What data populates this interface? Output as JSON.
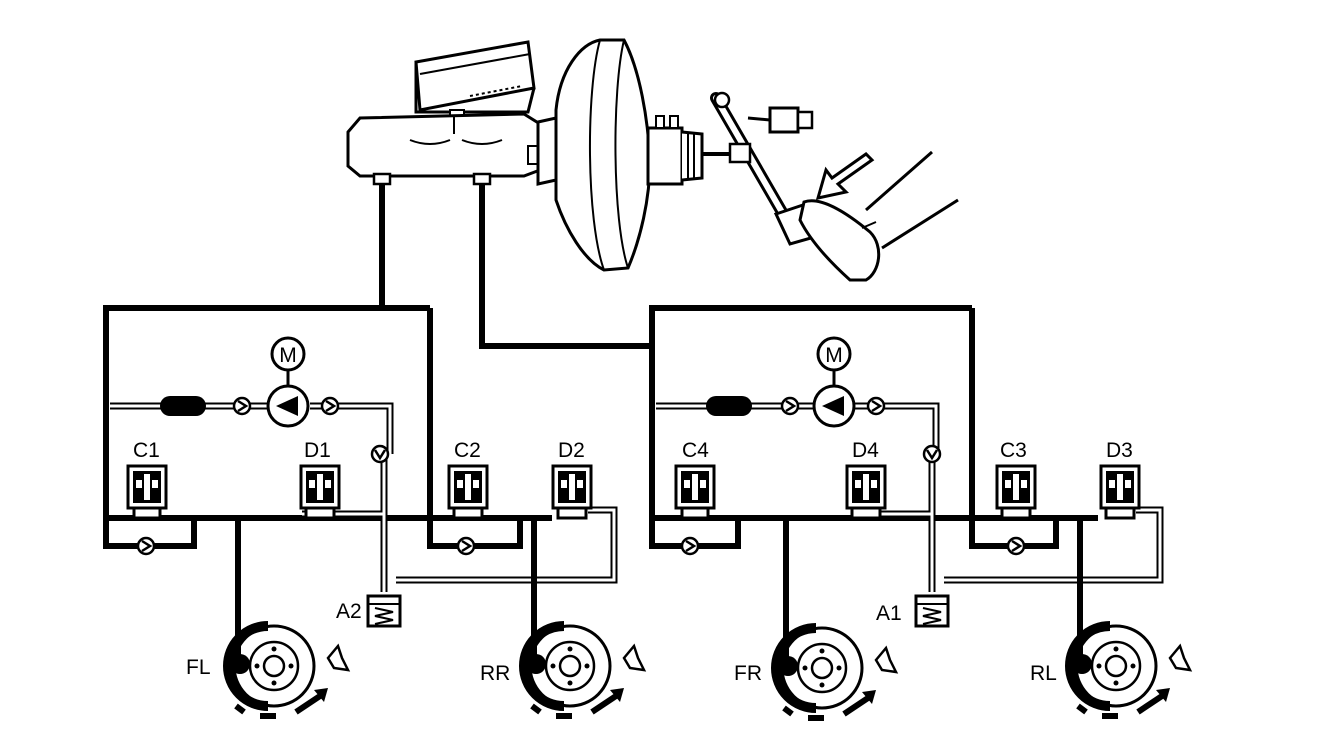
{
  "labels": {
    "valve_c1": "C1",
    "valve_d1": "D1",
    "valve_c2": "C2",
    "valve_d2": "D2",
    "valve_c4": "C4",
    "valve_d4": "D4",
    "valve_c3": "C3",
    "valve_d3": "D3",
    "accumulator_a2": "A2",
    "accumulator_a1": "A1",
    "wheel_fl": "FL",
    "wheel_rr": "RR",
    "wheel_fr": "FR",
    "wheel_rl": "RL",
    "motor_left": "M",
    "motor_right": "M"
  }
}
